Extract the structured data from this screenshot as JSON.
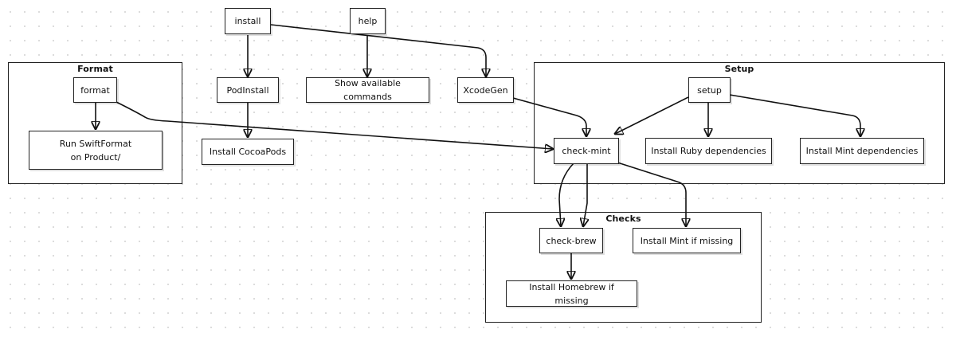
{
  "groups": {
    "format": "Format",
    "setup": "Setup",
    "checks": "Checks"
  },
  "nodes": {
    "install": "install",
    "help": "help",
    "format": "format",
    "run_swiftformat": "Run SwiftFormat on Product/",
    "podinstall": "PodInstall",
    "install_cocoapods": "Install CocoaPods",
    "show_commands": "Show available commands",
    "xcodegen": "XcodeGen",
    "setup": "setup",
    "check_mint": "check-mint",
    "install_ruby": "Install Ruby dependencies",
    "install_mint_deps": "Install Mint dependencies",
    "check_brew": "check-brew",
    "install_mint_missing": "Install Mint if missing",
    "install_homebrew": "Install Homebrew if missing"
  },
  "colors": {
    "line": "#111111",
    "border": "#222222",
    "background": "#ffffff",
    "grid_dot": "#d9d9d9"
  }
}
